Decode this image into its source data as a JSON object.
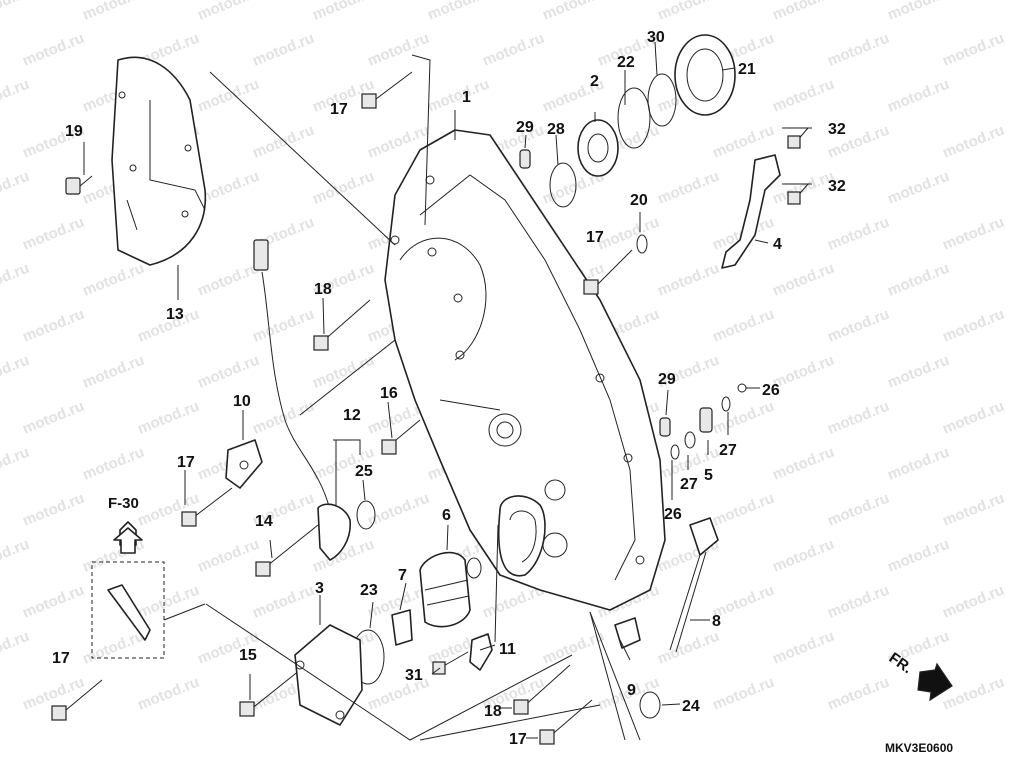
{
  "watermark": "motod.ru",
  "diagram_code": "MKV3E0600",
  "reference_label": "F-30",
  "direction_label": "FR.",
  "callouts": {
    "c1": "1",
    "c2": "2",
    "c3": "3",
    "c4": "4",
    "c5": "5",
    "c6": "6",
    "c7": "7",
    "c8": "8",
    "c9": "9",
    "c10": "10",
    "c11": "11",
    "c12": "12",
    "c13": "13",
    "c14": "14",
    "c15": "15",
    "c16": "16",
    "c17a": "17",
    "c17b": "17",
    "c17c": "17",
    "c17d": "17",
    "c17e": "17",
    "c18a": "18",
    "c18b": "18",
    "c19": "19",
    "c20": "20",
    "c21": "21",
    "c22": "22",
    "c23": "23",
    "c24": "24",
    "c25": "25",
    "c26a": "26",
    "c26b": "26",
    "c27a": "27",
    "c27b": "27",
    "c28": "28",
    "c29a": "29",
    "c29b": "29",
    "c30": "30",
    "c31": "31",
    "c32a": "32",
    "c32b": "32"
  }
}
